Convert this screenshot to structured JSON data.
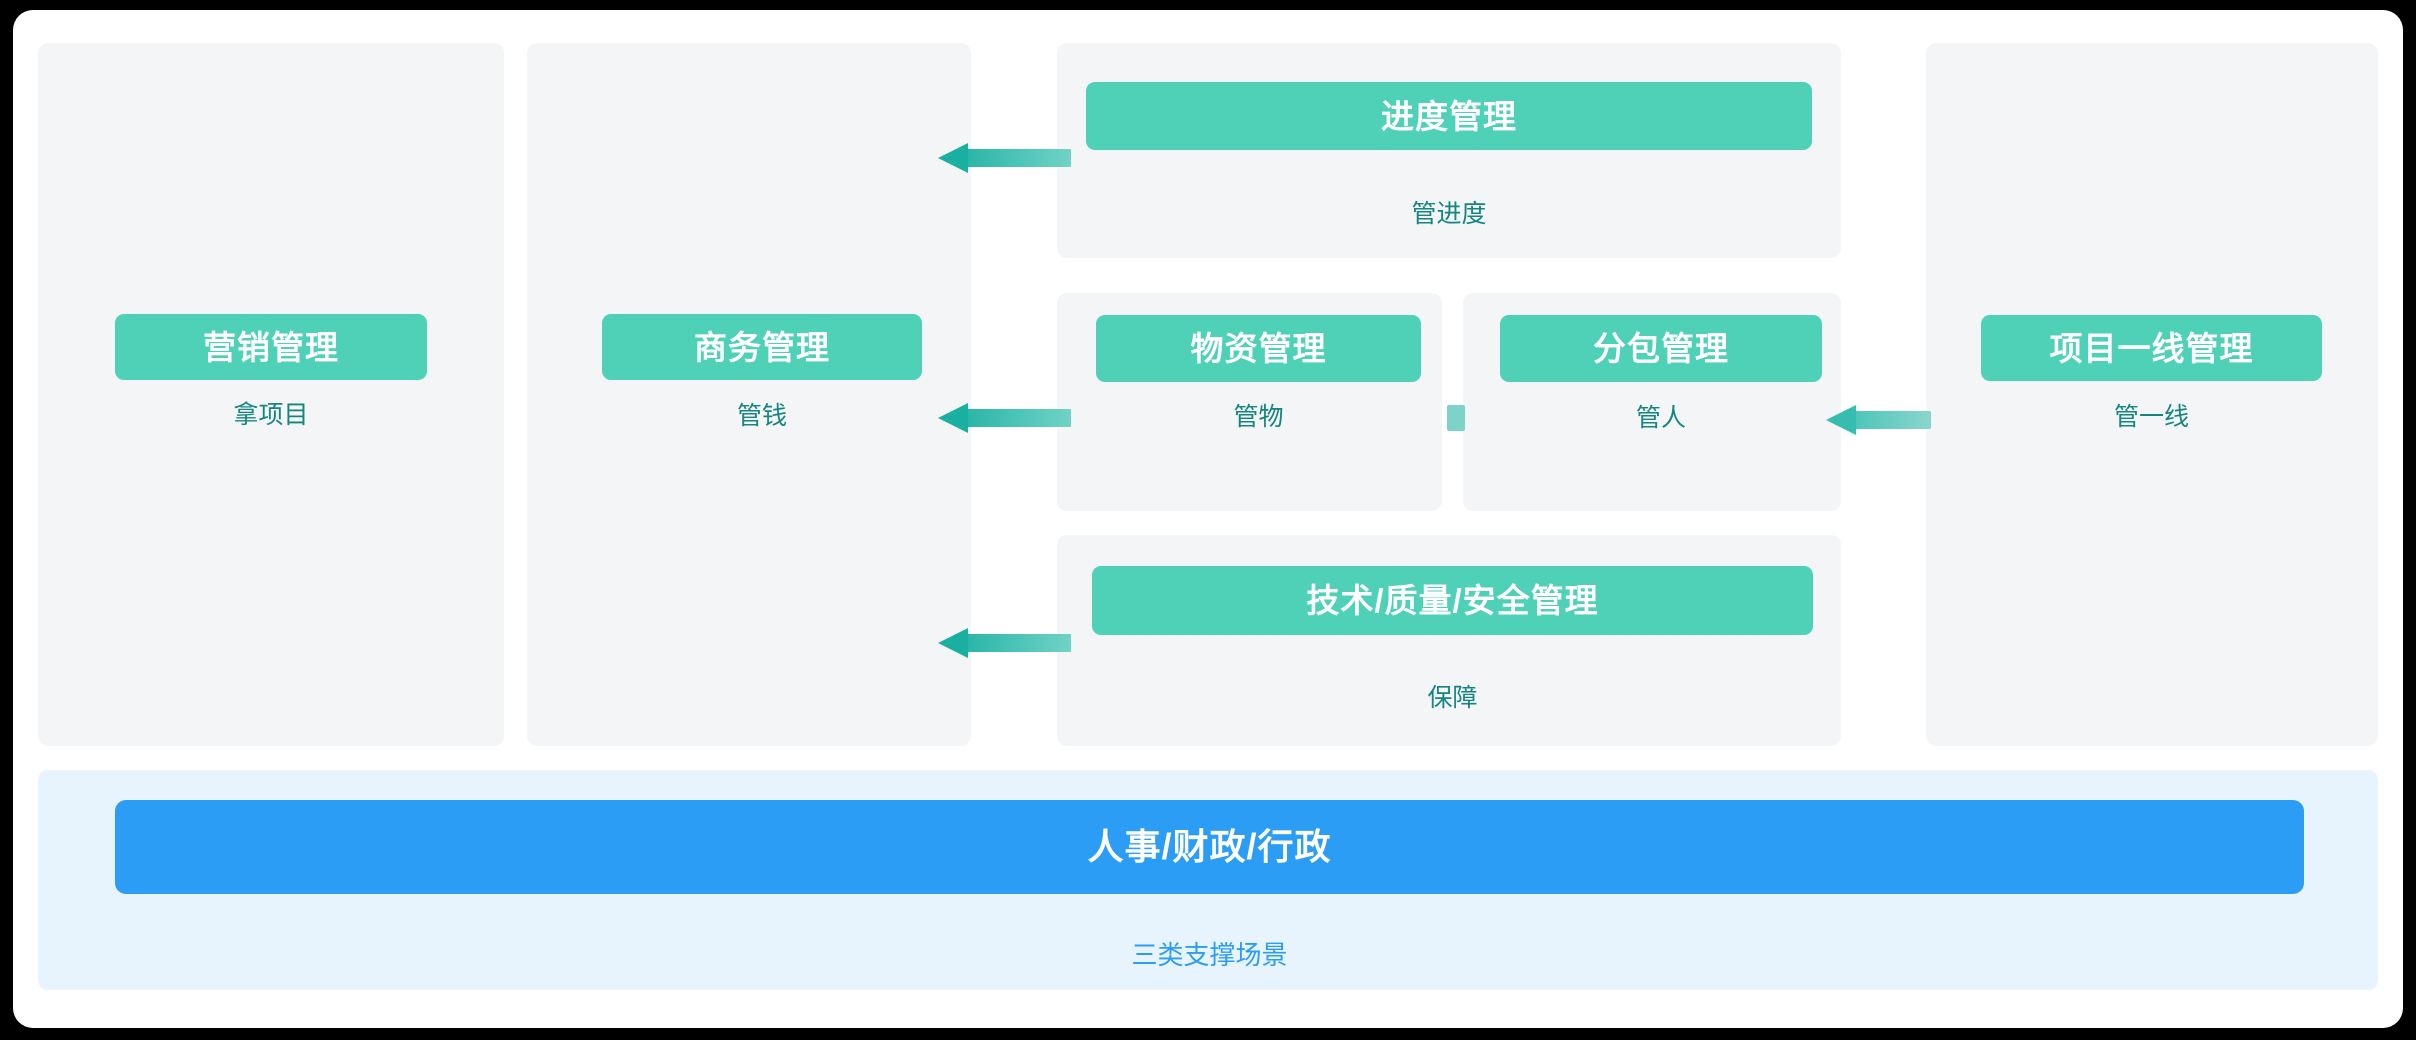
{
  "diagram": {
    "columns": [
      {
        "id": "marketing",
        "pill_label": "营销管理",
        "caption": "拿项目"
      },
      {
        "id": "business",
        "pill_label": "商务管理",
        "caption": "管钱"
      },
      {
        "id": "frontline",
        "pill_label": "项目一线管理",
        "caption": "管一线"
      }
    ],
    "center": {
      "schedule": {
        "pill_label": "进度管理",
        "caption": "管进度"
      },
      "materials": {
        "pill_label": "物资管理",
        "caption": "管物"
      },
      "subcontract": {
        "pill_label": "分包管理",
        "caption": "管人"
      },
      "quality": {
        "pill_label": "技术/质量/安全管理",
        "caption": "保障"
      }
    },
    "support": {
      "pill_label": "人事/财政/行政",
      "caption": "三类支撑场景"
    },
    "colors": {
      "green_pill": "#4fd1b8",
      "blue_pill": "#2c9df4",
      "panel_bg": "#f4f5f7",
      "blue_band_bg": "#e7f4fe",
      "caption_green": "#15857f",
      "caption_blue": "#2c9df4",
      "arrow_dark": "#19b0a2",
      "arrow_light": "#35bdb0",
      "card_bg": "#ffffff"
    }
  }
}
